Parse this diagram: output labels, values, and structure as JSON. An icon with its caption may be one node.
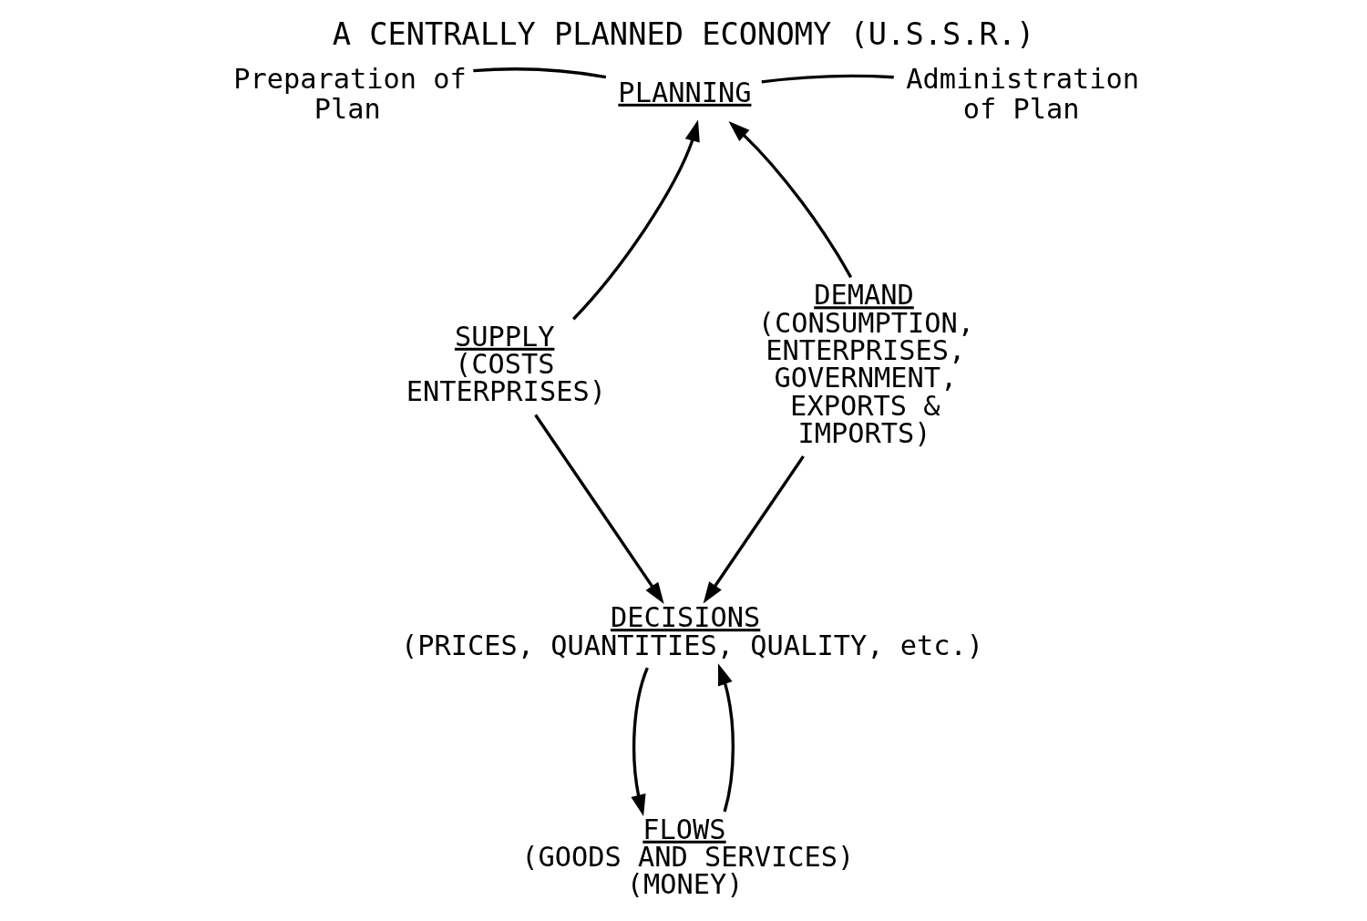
{
  "diagram": {
    "title": "A CENTRALLY PLANNED ECONOMY (U.S.S.R.)",
    "nodes": [
      {
        "text": [
          "PLANNING"
        ]
      },
      {
        "text": [
          "Preparation of Plan"
        ]
      },
      {
        "text": [
          "Administration of Plan"
        ]
      },
      {
        "text": [
          "SUPPLY",
          "(COSTS ENTERPRISES)"
        ]
      },
      {
        "text": [
          "DEMAND",
          "(CONSUMPTION, ENTERPRISES, GOVERNMENT, EXPORTS & IMPORTS)"
        ]
      },
      {
        "text": [
          "DECISIONS",
          "(PRICES, QUANTITIES, QUALITY, etc.)"
        ]
      },
      {
        "text": [
          "FLOWS",
          "(GOODS AND SERVICES)",
          "(MONEY)"
        ]
      }
    ],
    "edges": [
      {
        "from": 0,
        "to": 1,
        "arrow": "none"
      },
      {
        "from": 0,
        "to": 2,
        "arrow": "none"
      },
      {
        "from": 3,
        "to": 0,
        "arrow": "to"
      },
      {
        "from": 4,
        "to": 0,
        "arrow": "to"
      },
      {
        "from": 3,
        "to": 5,
        "arrow": "to"
      },
      {
        "from": 4,
        "to": 5,
        "arrow": "to"
      },
      {
        "from": 5,
        "to": 6,
        "arrow": "to"
      },
      {
        "from": 6,
        "to": 5,
        "arrow": "to"
      }
    ]
  }
}
